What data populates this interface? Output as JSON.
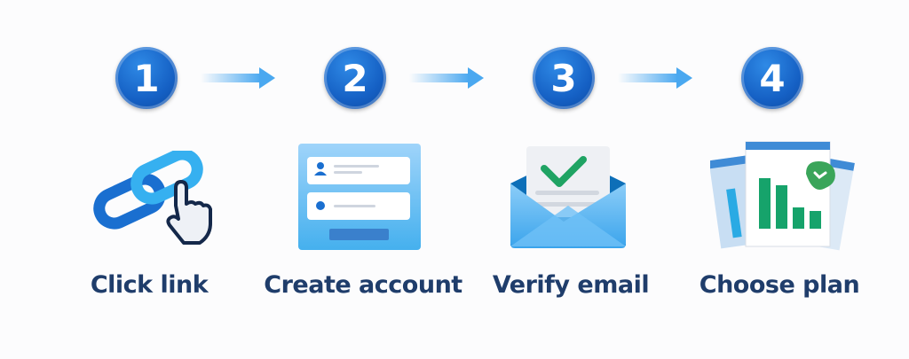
{
  "steps": [
    {
      "number": "1",
      "label": "Click link",
      "icon": "link-click-icon"
    },
    {
      "number": "2",
      "label": "Create account",
      "icon": "signup-form-icon"
    },
    {
      "number": "3",
      "label": "Verify email",
      "icon": "email-verified-icon"
    },
    {
      "number": "4",
      "label": "Choose plan",
      "icon": "plan-chart-icon"
    }
  ],
  "colors": {
    "badge": "#1560c4",
    "arrow": "#4aa8f0",
    "label": "#1f3d6b",
    "check": "#1fa363"
  }
}
